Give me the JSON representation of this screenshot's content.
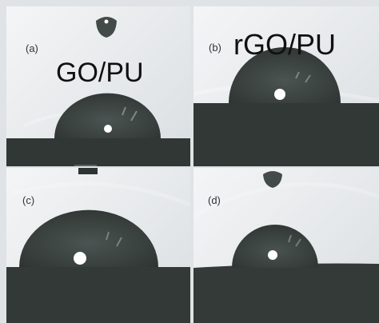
{
  "panels": {
    "a": {
      "label": "(a)",
      "title": "GO/PU"
    },
    "b": {
      "label": "(b)",
      "title": "rGO/PU"
    },
    "c": {
      "label": "(c)"
    },
    "d": {
      "label": "(d)"
    }
  }
}
